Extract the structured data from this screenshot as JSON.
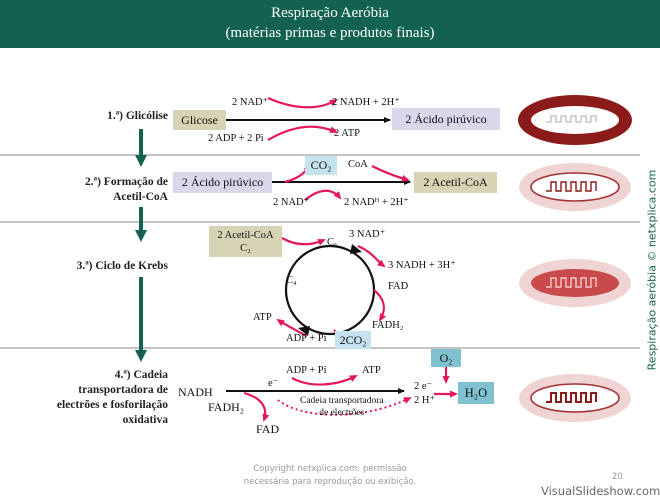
{
  "header": {
    "title": "Respiração Aeróbia",
    "subtitle": "(matérias primas e produtos finais)"
  },
  "colors": {
    "header": "#12624f",
    "arrow_pink": "#e3175a",
    "stage_arrow": "#12624f",
    "mito_dark": "#8b1a1a"
  },
  "stages": {
    "glicolise": {
      "title": "1.ª) Glicólise",
      "input": "Glicose",
      "output": "2 Ácido pirúvico",
      "nad_in": "2 NAD⁺",
      "nadh_out": "2 NADH + 2H⁺",
      "adp_in": "2 ADP + 2 Pi",
      "atp_out": "2 ATP"
    },
    "acetil": {
      "title_line1": "2.ª) Formação de",
      "title_line2": "Acetil-CoA",
      "input": "2 Ácido pirúvico",
      "output": "2 Acetil-CoA",
      "co2": "CO₂",
      "coa": "CoA",
      "nad_in": "2 NAD⁺",
      "nadh_out": "2 NADᴴ + 2H⁺"
    },
    "krebs": {
      "title": "3.ª) Ciclo de Krebs",
      "input_line1": "2 Acetil-CoA",
      "input_line2": "C₂",
      "c6": "C₆",
      "c4": "C₄",
      "nad_in": "3 NAD⁺",
      "nadh_out": "3 NADH + 3H⁺",
      "fad_in": "FAD",
      "fadh_out": "FADH₂",
      "co2_out": "2CO₂",
      "adp_in": "ADP + Pi",
      "atp_out": "ATP"
    },
    "cadeia": {
      "title_line1": "4.ª) Cadeia",
      "title_line2": "transportadora de",
      "title_line3": "electrões e fosforilação",
      "title_line4": "oxidativa",
      "nadh": "NADH",
      "fadh": "FADH₂",
      "fad": "FAD",
      "electron": "e⁻",
      "adp_in": "ADP + Pi",
      "atp_out": "ATP",
      "chain_line1": "Cadeia transportadora",
      "chain_line2": "de electrões",
      "o2": "O₂",
      "e2": "2 e⁻",
      "h2": "2 H⁺",
      "water": "H₂O"
    }
  },
  "footer": {
    "copyright_line1": "Copyright netxplica.com: permissão",
    "copyright_line2": "necessária para reprodução ou exibição.",
    "page": "20",
    "watermark": "VisualSlideshow.com",
    "side_text": "Respiração aeróbia © netxplica.com"
  }
}
